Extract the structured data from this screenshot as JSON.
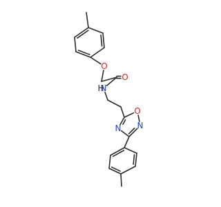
{
  "colors": {
    "bond": "#2b2b2b",
    "O": "#e8241b",
    "N": "#2142d8"
  },
  "molecule": {
    "atoms": [
      {
        "id": "me1",
        "label": ""
      },
      {
        "id": "a1",
        "label": ""
      },
      {
        "id": "a2",
        "label": ""
      },
      {
        "id": "a3",
        "label": ""
      },
      {
        "id": "a4",
        "label": ""
      },
      {
        "id": "a5",
        "label": ""
      },
      {
        "id": "a6",
        "label": ""
      },
      {
        "id": "o_ether",
        "label": "O",
        "element": "O"
      },
      {
        "id": "ch2",
        "label": ""
      },
      {
        "id": "c_co",
        "label": ""
      },
      {
        "id": "o_co",
        "label": "O",
        "element": "O"
      },
      {
        "id": "n_amide",
        "label": "N",
        "element": "N"
      },
      {
        "id": "h_amide",
        "label": "H"
      },
      {
        "id": "e1",
        "label": ""
      },
      {
        "id": "e2",
        "label": ""
      },
      {
        "id": "r_c5",
        "label": ""
      },
      {
        "id": "r_o",
        "label": "O",
        "element": "O"
      },
      {
        "id": "r_n2",
        "label": "N",
        "element": "N"
      },
      {
        "id": "r_c3",
        "label": ""
      },
      {
        "id": "r_n4",
        "label": "N",
        "element": "N"
      },
      {
        "id": "b1",
        "label": ""
      },
      {
        "id": "b2",
        "label": ""
      },
      {
        "id": "b3",
        "label": ""
      },
      {
        "id": "b4",
        "label": ""
      },
      {
        "id": "b5",
        "label": ""
      },
      {
        "id": "b6",
        "label": ""
      },
      {
        "id": "me2",
        "label": ""
      }
    ],
    "bonds": [
      [
        "me1",
        "a1",
        1
      ],
      [
        "a1",
        "a2",
        2
      ],
      [
        "a2",
        "a3",
        1
      ],
      [
        "a3",
        "a4",
        2
      ],
      [
        "a4",
        "a5",
        1
      ],
      [
        "a5",
        "a6",
        2
      ],
      [
        "a6",
        "a1",
        1
      ],
      [
        "a4",
        "o_ether",
        1
      ],
      [
        "o_ether",
        "ch2",
        1
      ],
      [
        "ch2",
        "c_co",
        1
      ],
      [
        "c_co",
        "o_co",
        2
      ],
      [
        "c_co",
        "n_amide",
        1
      ],
      [
        "n_amide",
        "e1",
        1
      ],
      [
        "e1",
        "e2",
        1
      ],
      [
        "e2",
        "r_c5",
        1
      ],
      [
        "r_c5",
        "r_o",
        1
      ],
      [
        "r_o",
        "r_n2",
        1
      ],
      [
        "r_n2",
        "r_c3",
        2
      ],
      [
        "r_c3",
        "r_n4",
        1
      ],
      [
        "r_n4",
        "r_c5",
        2
      ],
      [
        "r_c3",
        "b1",
        1
      ],
      [
        "b1",
        "b2",
        2
      ],
      [
        "b2",
        "b3",
        1
      ],
      [
        "b3",
        "b4",
        2
      ],
      [
        "b4",
        "b5",
        1
      ],
      [
        "b5",
        "b6",
        2
      ],
      [
        "b6",
        "b1",
        1
      ],
      [
        "b4",
        "me2",
        1
      ]
    ]
  }
}
